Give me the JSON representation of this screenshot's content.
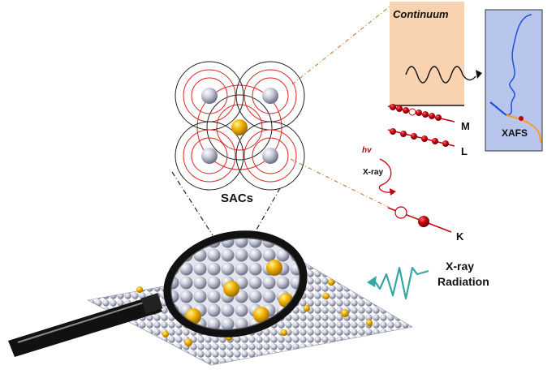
{
  "labels": {
    "continuum": "Continuum",
    "xafs": "XAFS",
    "shell_m": "M",
    "shell_l": "L",
    "shell_k": "K",
    "sacs": "SACs",
    "hv": "hv",
    "xray": "X-ray",
    "radiation_line1": "X-ray",
    "radiation_line2": "Radiation"
  },
  "colors": {
    "continuum_fill": "#f9d3b0",
    "xafs_panel_fill": "#b8c6ee",
    "electron_red": "#c0000f",
    "shell_ring_red": "#d42a2a",
    "gold_atom": "#f0b400",
    "support_atom": "#c8cbd8",
    "xray_wave": "#3aa6a0",
    "xafs_curve_blue": "#1f4fd8",
    "xafs_curve_orange": "#f0a030",
    "leader_line": "#c87a3a"
  },
  "icons": {
    "magnifier": "magnifying-glass-icon",
    "xray_wave": "xray-wave-icon",
    "photon": "photon-arrow-icon"
  }
}
